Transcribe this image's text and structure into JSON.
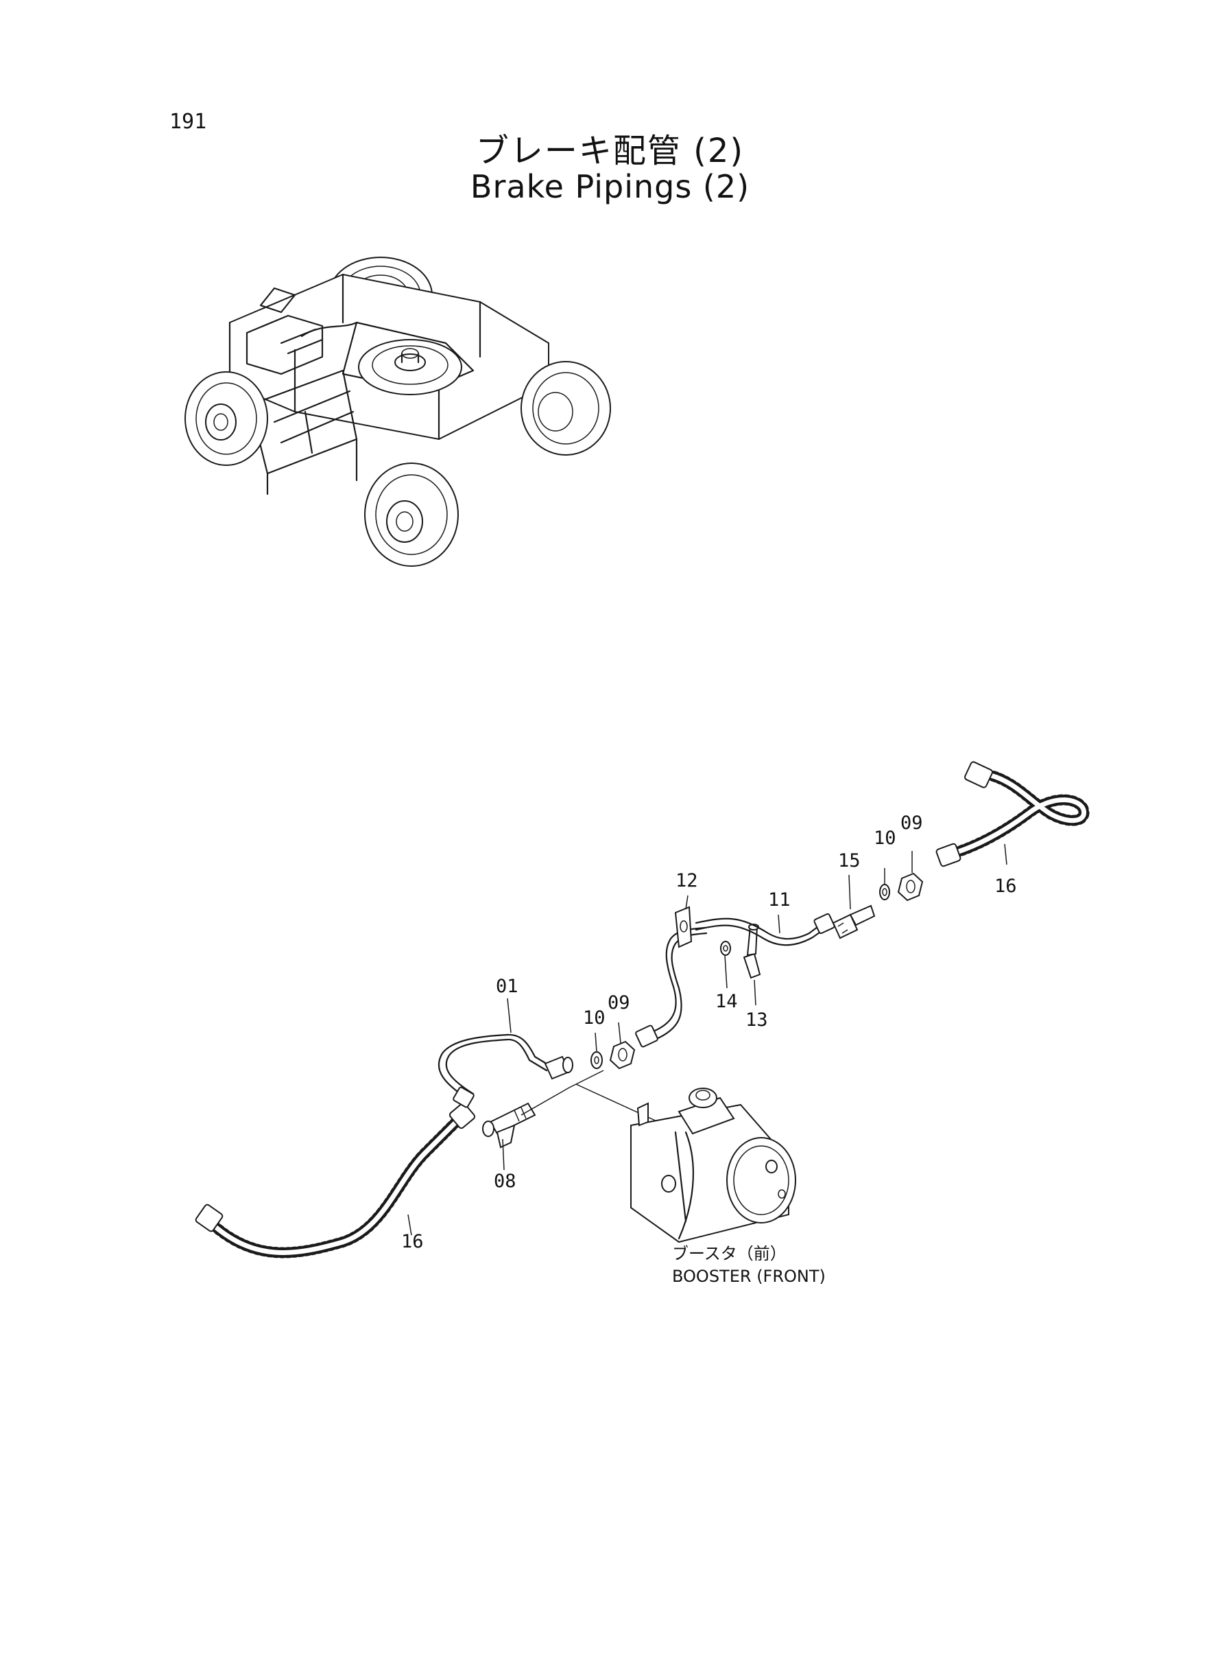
{
  "page": {
    "number": "191",
    "title_ja": "ブレーキ配管 (2)",
    "title_en": "Brake Pipings (2)"
  },
  "diagram": {
    "callouts": {
      "c01": "01",
      "c08": "08",
      "c09a": "09",
      "c10a": "10",
      "c09b": "09",
      "c10b": "10",
      "c11": "11",
      "c12": "12",
      "c13": "13",
      "c14": "14",
      "c15": "15",
      "c16a": "16",
      "c16b": "16"
    },
    "booster": {
      "label_ja": "ブースタ（前）",
      "label_en": "BOOSTER (FRONT)"
    }
  }
}
